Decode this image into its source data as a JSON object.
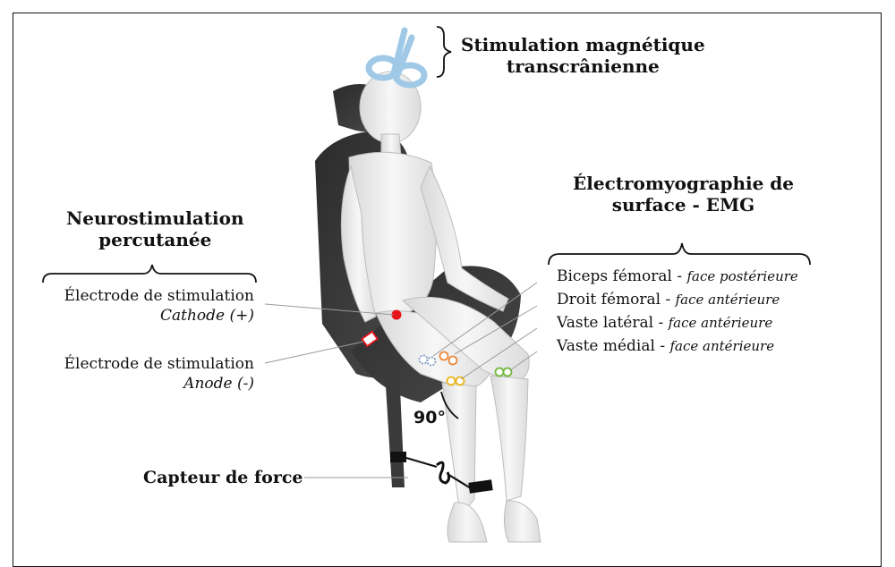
{
  "tms": {
    "line1": "Stimulation magnétique",
    "line2": "transcrânienne"
  },
  "neuro": {
    "line1": "Neurostimulation",
    "line2": "percutanée"
  },
  "electrodes": [
    {
      "name": "Électrode de stimulation",
      "sub": "Cathode (+)"
    },
    {
      "name": "Électrode de stimulation",
      "sub": "Anode (-)"
    }
  ],
  "emg": {
    "line1": "Électromyographie de",
    "line2": "surface - EMG",
    "muscles": [
      {
        "name": "Biceps fémoral - ",
        "face": "face postérieure"
      },
      {
        "name": "Droit fémoral - ",
        "face": "face antérieure"
      },
      {
        "name": "Vaste latéral - ",
        "face": "face antérieure"
      },
      {
        "name": "Vaste médial - ",
        "face": "face antérieure"
      }
    ]
  },
  "angle": "90°",
  "force": "Capteur de force",
  "colors": {
    "cathode": "#e8121b",
    "anode": "#e8121b",
    "biceps": "#7f9bc0",
    "droit": "#e8883a",
    "vaste_lateral": "#e7b51a",
    "vaste_medial": "#72b53a",
    "coil": "#9fc9e6"
  }
}
